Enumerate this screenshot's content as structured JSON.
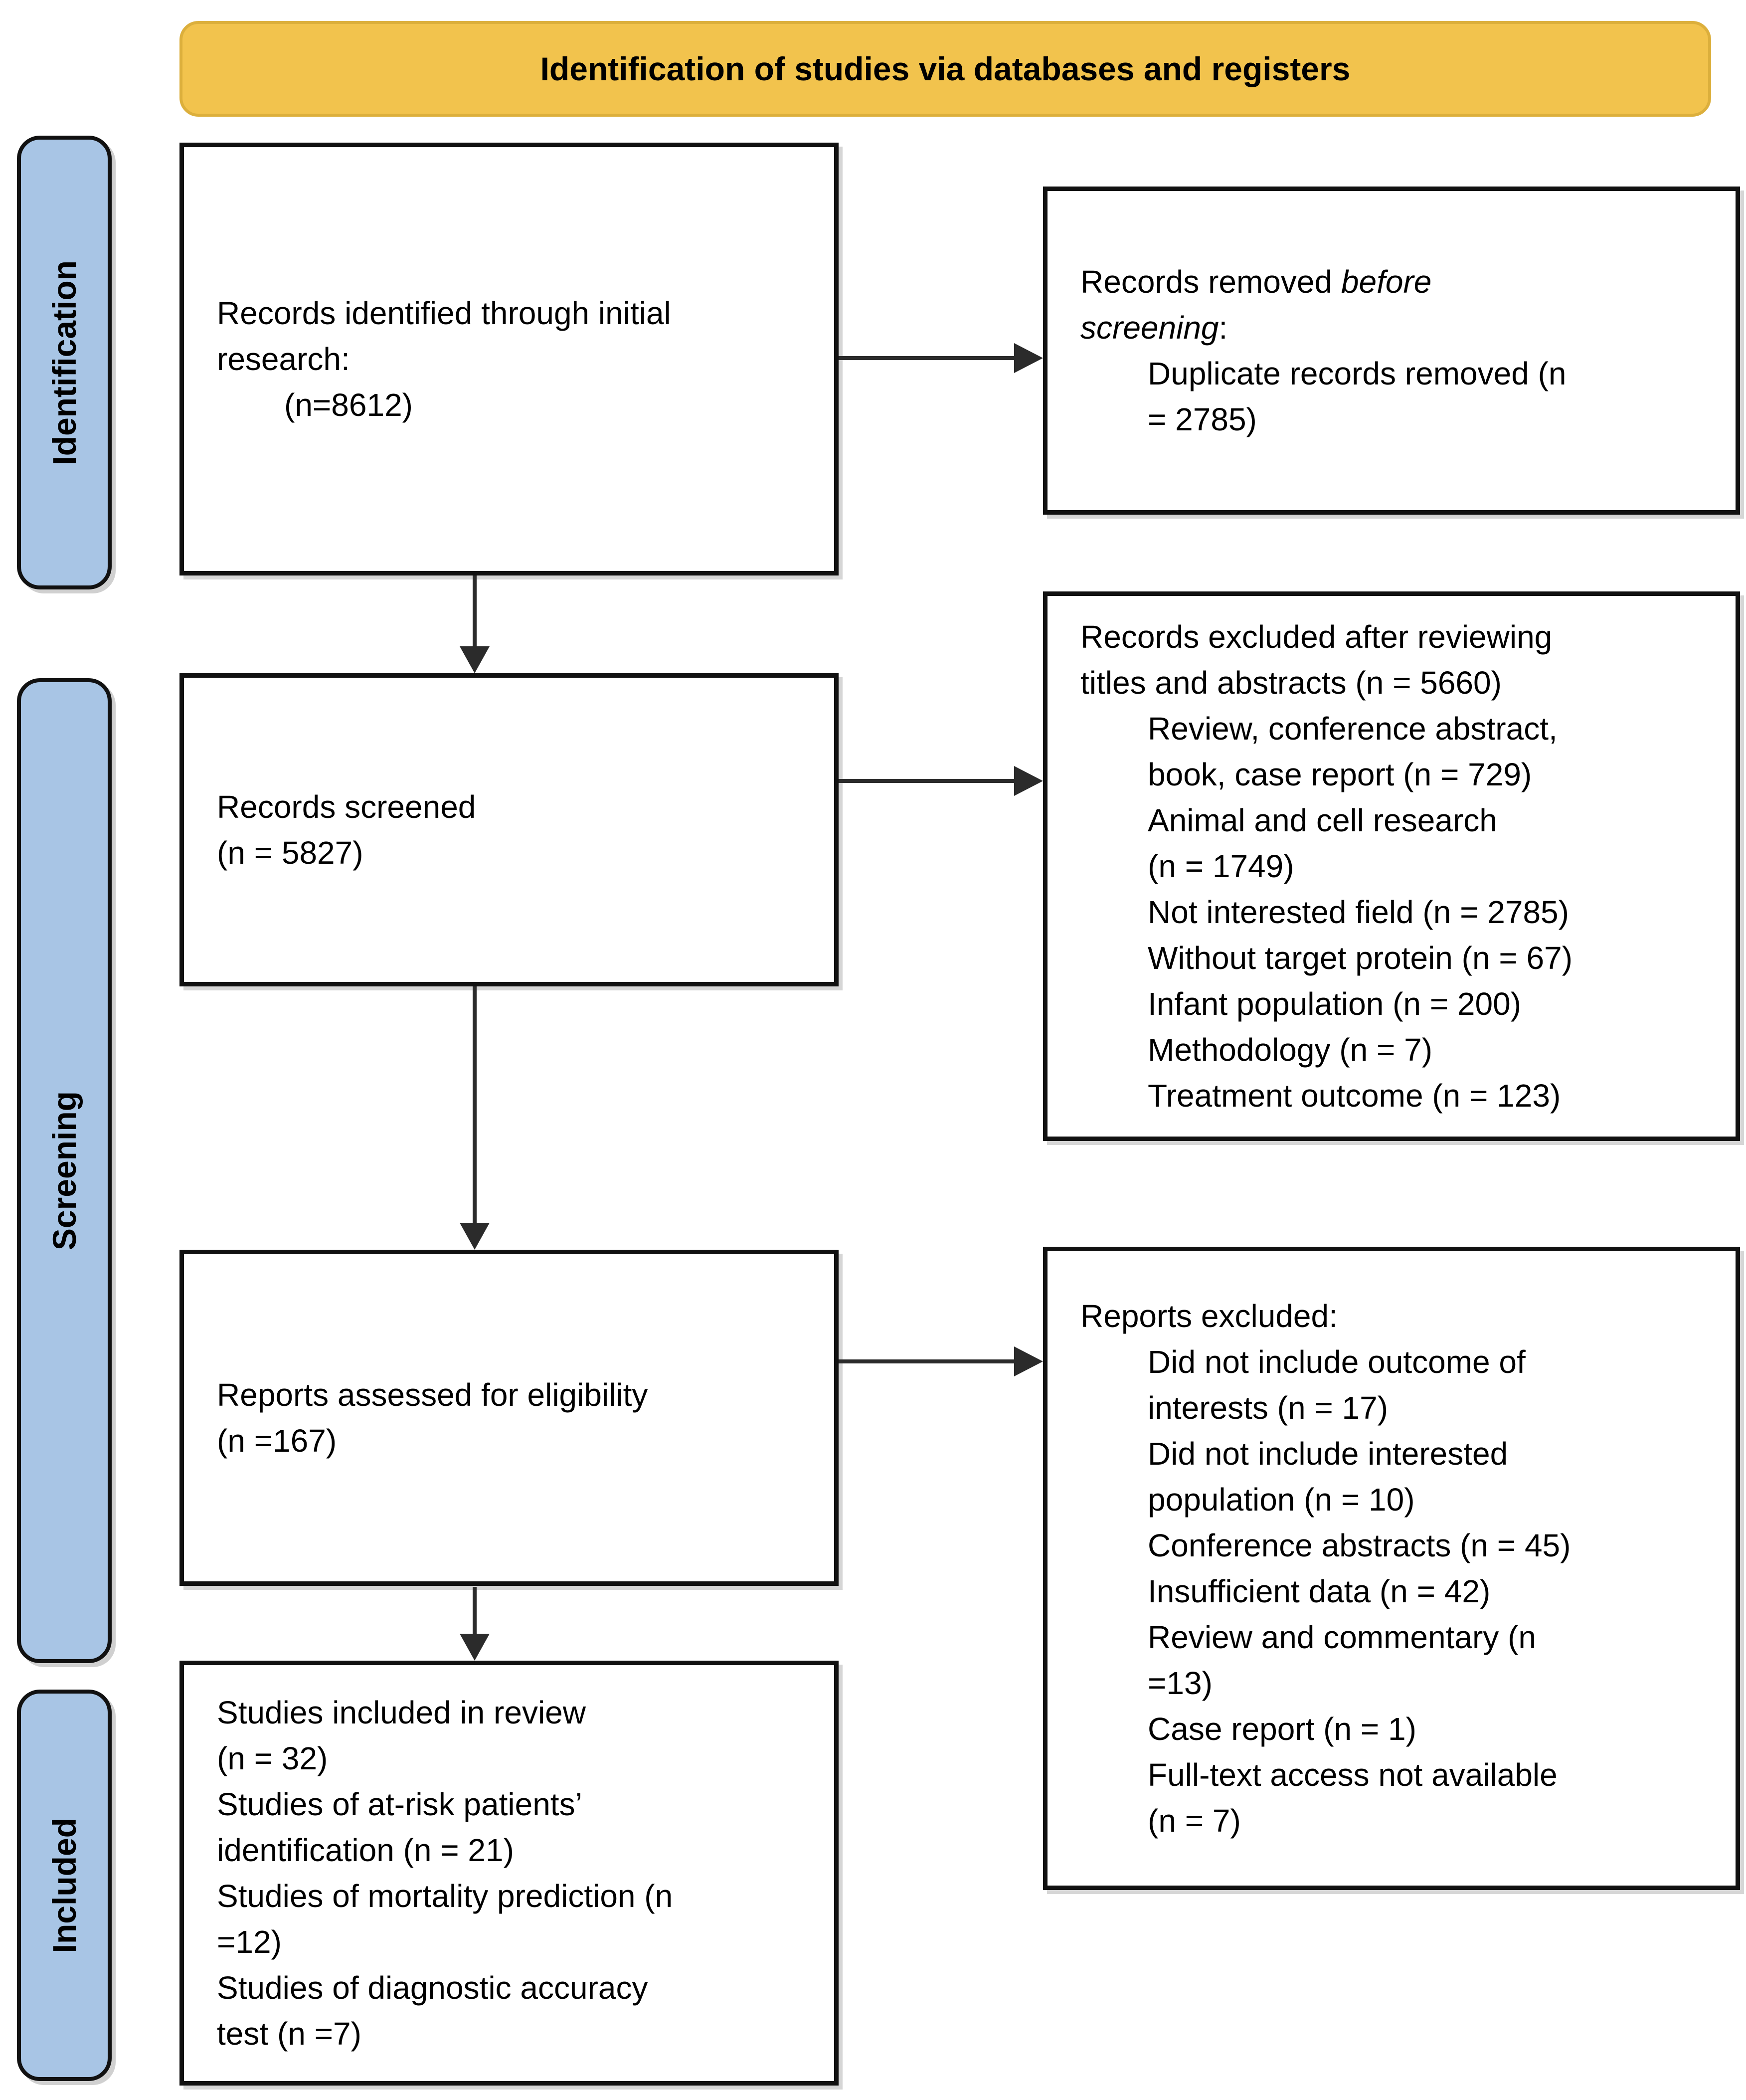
{
  "banner": {
    "title": "Identification of studies via databases and registers"
  },
  "colors": {
    "banner_bg": "#F2C34D",
    "banner_edge": "#DCAF3C",
    "label_bg": "#A8C5E5",
    "box_border": "#111111",
    "arrow": "#2B2B2B",
    "text": "#000000"
  },
  "side_labels": {
    "identification": "Identification",
    "screening": "Screening",
    "included": "Included"
  },
  "boxes": {
    "records_identified": {
      "lines": [
        {
          "t": "Records identified through initial"
        },
        {
          "t": "research:"
        },
        {
          "t": "(n=8612)",
          "ind": 1
        }
      ]
    },
    "records_removed": {
      "lines": [
        {
          "t": "Records removed *before*"
        },
        {
          "t": "*screening*:"
        },
        {
          "t": "Duplicate records removed (n",
          "ind": 1
        },
        {
          "t": "= 2785)",
          "ind": 1
        }
      ]
    },
    "records_screened": {
      "lines": [
        {
          "t": "Records screened"
        },
        {
          "t": "(n = 5827)"
        }
      ]
    },
    "records_excluded": {
      "lines": [
        {
          "t": "Records excluded after reviewing"
        },
        {
          "t": "titles and abstracts (n = 5660)"
        },
        {
          "t": "Review, conference abstract,",
          "ind": 1
        },
        {
          "t": "book, case report (n = 729)",
          "ind": 1
        },
        {
          "t": "Animal and cell research",
          "ind": 1
        },
        {
          "t": "(n = 1749)",
          "ind": 1
        },
        {
          "t": "Not interested field (n = 2785)",
          "ind": 1
        },
        {
          "t": "Without target protein (n = 67)",
          "ind": 1
        },
        {
          "t": "Infant population (n = 200)",
          "ind": 1
        },
        {
          "t": "Methodology (n = 7)",
          "ind": 1
        },
        {
          "t": "Treatment outcome (n = 123)",
          "ind": 1
        }
      ]
    },
    "reports_assessed": {
      "lines": [
        {
          "t": "Reports assessed for eligibility"
        },
        {
          "t": "(n =167)"
        }
      ]
    },
    "reports_excluded": {
      "lines": [
        {
          "t": "Reports excluded:"
        },
        {
          "t": "Did not include outcome of",
          "ind": 1
        },
        {
          "t": "interests (n = 17)",
          "ind": 1
        },
        {
          "t": "Did not include interested",
          "ind": 1
        },
        {
          "t": "population (n = 10)",
          "ind": 1
        },
        {
          "t": "Conference abstracts (n = 45)",
          "ind": 1
        },
        {
          "t": "Insufficient data (n = 42)",
          "ind": 1
        },
        {
          "t": "Review and commentary (n",
          "ind": 1
        },
        {
          "t": "=13)",
          "ind": 1
        },
        {
          "t": "Case report (n = 1)",
          "ind": 1
        },
        {
          "t": "Full-text access not available",
          "ind": 1
        },
        {
          "t": "(n = 7)",
          "ind": 1
        }
      ]
    },
    "studies_included": {
      "lines": [
        {
          "t": "Studies included in review"
        },
        {
          "t": "(n = 32)"
        },
        {
          "t": "Studies of at-risk patients’"
        },
        {
          "t": "identification (n = 21)"
        },
        {
          "t": "Studies of mortality prediction (n"
        },
        {
          "t": "=12)"
        },
        {
          "t": "Studies of diagnostic accuracy"
        },
        {
          "t": "test (n =7)"
        }
      ]
    }
  }
}
